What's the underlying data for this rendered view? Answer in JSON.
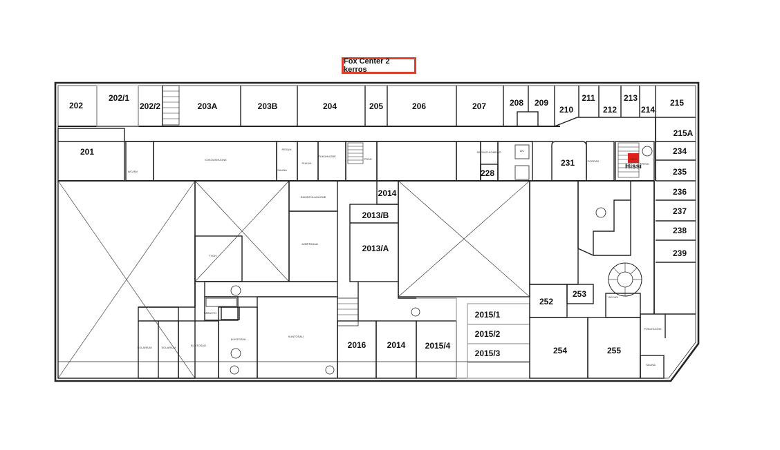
{
  "title": "Fox Center 2 kerros",
  "highlight_color": "#e0201a",
  "title_border_color": "#d9402b",
  "rooms": [
    "202",
    "202/1",
    "202/2",
    "203A",
    "203B",
    "204",
    "205",
    "206",
    "207",
    "208",
    "209",
    "210",
    "211",
    "212",
    "213",
    "214",
    "215",
    "215A",
    "201",
    "228",
    "231",
    "234",
    "235",
    "236",
    "237",
    "238",
    "239",
    "2014",
    "2013/B",
    "2013/A",
    "252",
    "253",
    "2015/1",
    "2015/2",
    "2015/3",
    "2016",
    "2014",
    "2015/4",
    "254",
    "255"
  ],
  "small_labels": [
    "KOKOUSHUONE",
    "SAUNA",
    "PUKUH.",
    "PESUH.",
    "PUKUHUONE",
    "WC/INV",
    "PRSH",
    "SIIVOUS-KOMERO",
    "RAVINTOLAHUONE",
    "JUMPPASALI",
    "TYÖH.",
    "KUNTOSALI",
    "KUNTOSALI",
    "KUNTOSALI",
    "SOLARIUM",
    "SOLARIUM",
    "PUKUHUONE",
    "SAUNA",
    "PRSH",
    "VARASTO",
    "HISSI",
    "PORRAS",
    "WC",
    "WC/INV"
  ],
  "lift_label": "Hissi"
}
